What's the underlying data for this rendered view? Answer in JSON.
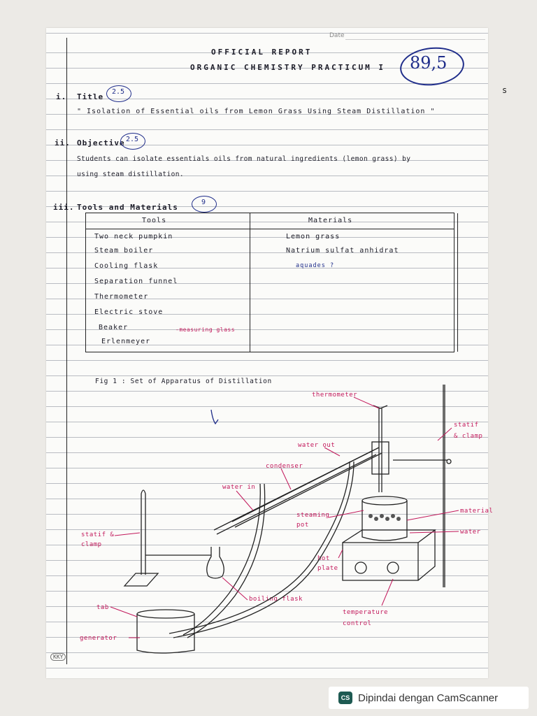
{
  "header": {
    "date_label": "Date",
    "title_line1": "OFFICIAL REPORT",
    "title_line2": "ORGANIC CHEMISTRY PRACTICUM I",
    "score": "89,5"
  },
  "sections": {
    "title": {
      "number": "i.",
      "heading": "Title",
      "mark": "2.5",
      "text": "\" Isolation of Essential oils from Lemon Grass Using Steam Distillation \""
    },
    "objective": {
      "number": "ii.",
      "heading": "Objective",
      "mark": "2.5",
      "text_line1": "Students can isolate essentials oils from natural ingredients (lemon grass) by",
      "text_line2": "using steam distillation."
    },
    "tools": {
      "number": "iii.",
      "heading": "Tools and Materials",
      "mark": "9"
    }
  },
  "table": {
    "col_tools": "Tools",
    "col_materials": "Materials",
    "tools": [
      "Two neck pumpkin",
      "Steam boiler",
      "Cooling flask",
      "Separation funnel",
      "Thermometer",
      "Electric stove",
      "Beaker",
      "Erlenmeyer"
    ],
    "materials": [
      "Lemon grass",
      "Natrium sulfat anhidrat"
    ],
    "materials_note": "aquades ?",
    "tools_note": "-measuring glass"
  },
  "figure": {
    "caption": "Fig 1 : Set of Apparatus of Distillation",
    "labels": {
      "thermometer": "thermometer",
      "statif_clamp_right": "statif & clamp",
      "water_out": "water out",
      "condenser": "condenser",
      "water_in": "water in",
      "steaming_pot": "steaming pot",
      "material": "material",
      "water": "water",
      "statif_clamp_left": "statif & clamp",
      "hot_plate": "hot plate",
      "boiling_flask": "boiling flask",
      "temperature_control": "temperature control",
      "tab": "tab",
      "generator": "generator"
    }
  },
  "misc": {
    "signature": "KKY",
    "stray_mark": "s"
  },
  "footer": {
    "logo": "CS",
    "text": "Dipindai dengan CamScanner"
  }
}
